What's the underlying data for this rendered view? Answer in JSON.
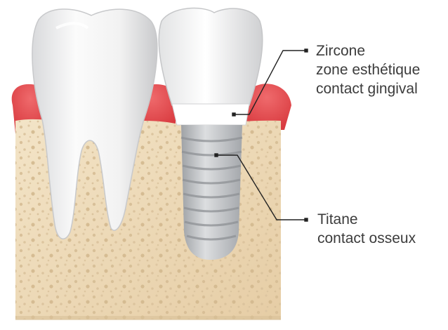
{
  "annotations": {
    "zircone": {
      "lines": [
        "Zircone",
        "zone esthétique",
        "contact gingival"
      ]
    },
    "titane": {
      "lines": [
        "Titane",
        "contact osseux"
      ]
    }
  },
  "colors": {
    "bone": "#efdcbc",
    "bone_shadow": "#d9c19a",
    "gum": "#e5474b",
    "tooth": "#f4f4f4",
    "titanium": "#b9bcbf",
    "leader": "#222222"
  },
  "icons": [
    "natural-tooth-icon",
    "implant-crown-icon",
    "implant-screw-icon"
  ]
}
